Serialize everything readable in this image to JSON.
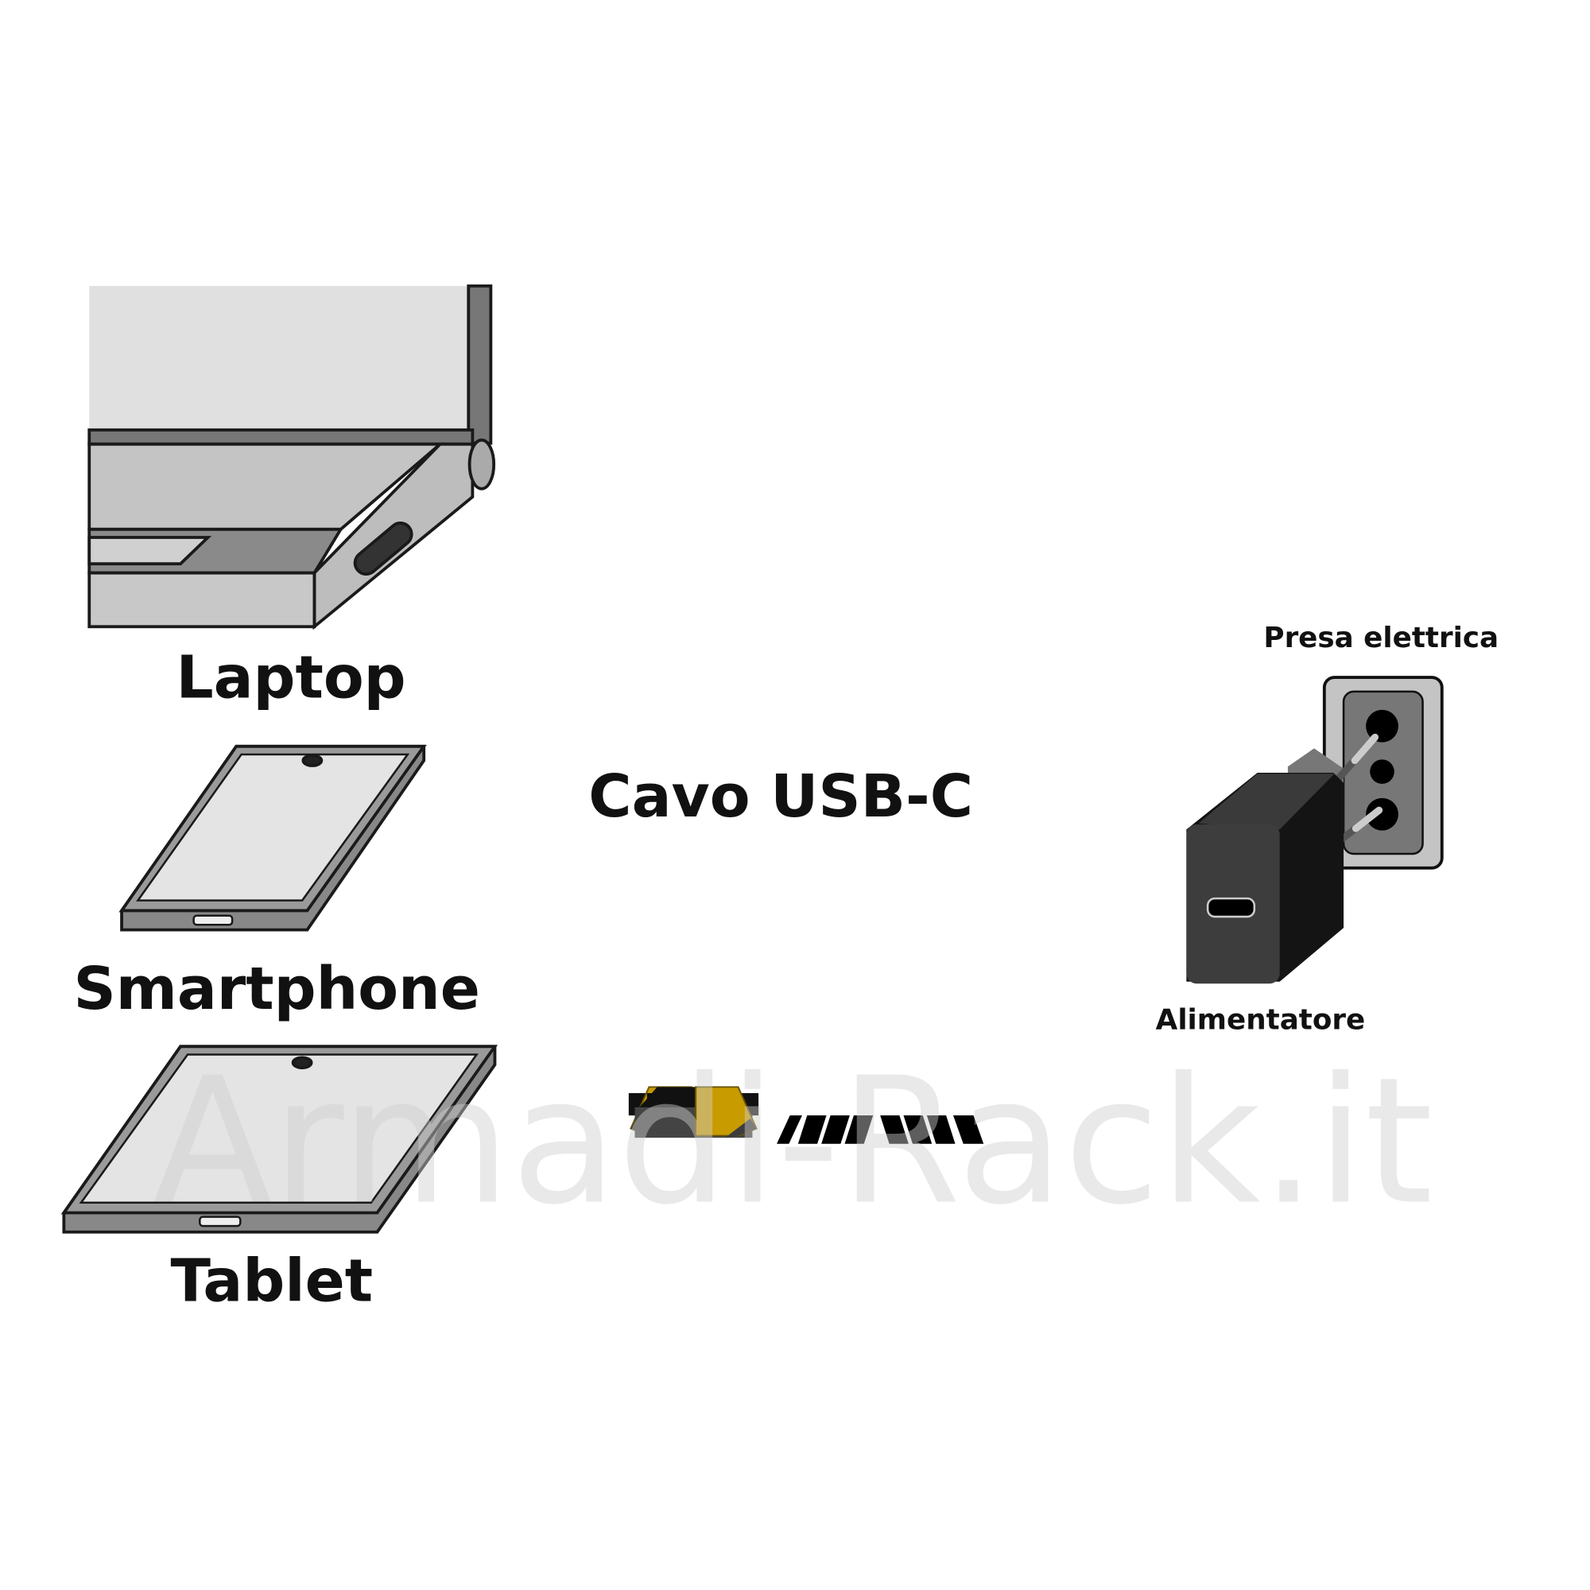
{
  "devices": {
    "laptop": "Laptop",
    "smartphone": "Smartphone",
    "tablet": "Tablet"
  },
  "cable": {
    "label": "Cavo USB-C",
    "connector_color": "#c89b00"
  },
  "power": {
    "outlet_label": "Presa elettrica",
    "adapter_label": "Alimentatore"
  },
  "watermark": "Armadi-Rack.it"
}
